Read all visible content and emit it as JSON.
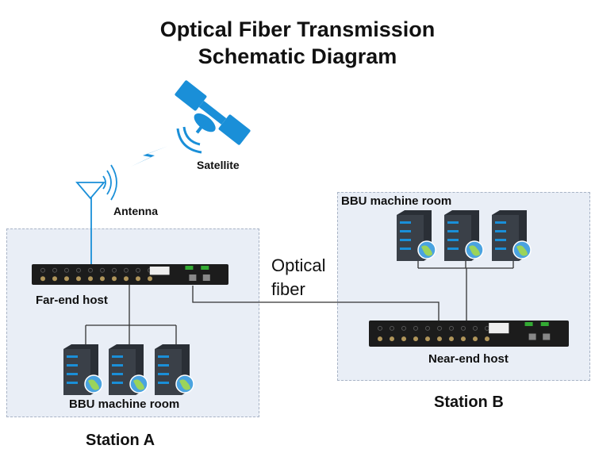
{
  "title": {
    "line1": "Optical Fiber Transmission",
    "line2": "Schematic Diagram"
  },
  "labels": {
    "satellite": "Satellite",
    "antenna": "Antenna",
    "far_end_host": "Far-end host",
    "near_end_host": "Near-end host",
    "bbu_a": "BBU machine room",
    "bbu_b": "BBU machine room",
    "optical_fiber_1": "Optical",
    "optical_fiber_2": "fiber",
    "station_a": "Station A",
    "station_b": "Station B"
  },
  "colors": {
    "accent": "#1a8fd8",
    "box_fill": "#e9eef6",
    "device": "#1c1c1c",
    "line": "#333333"
  },
  "icons": [
    "satellite-icon",
    "lightning-icon",
    "antenna-icon",
    "server-icon",
    "globe-icon",
    "rack-host-icon"
  ]
}
